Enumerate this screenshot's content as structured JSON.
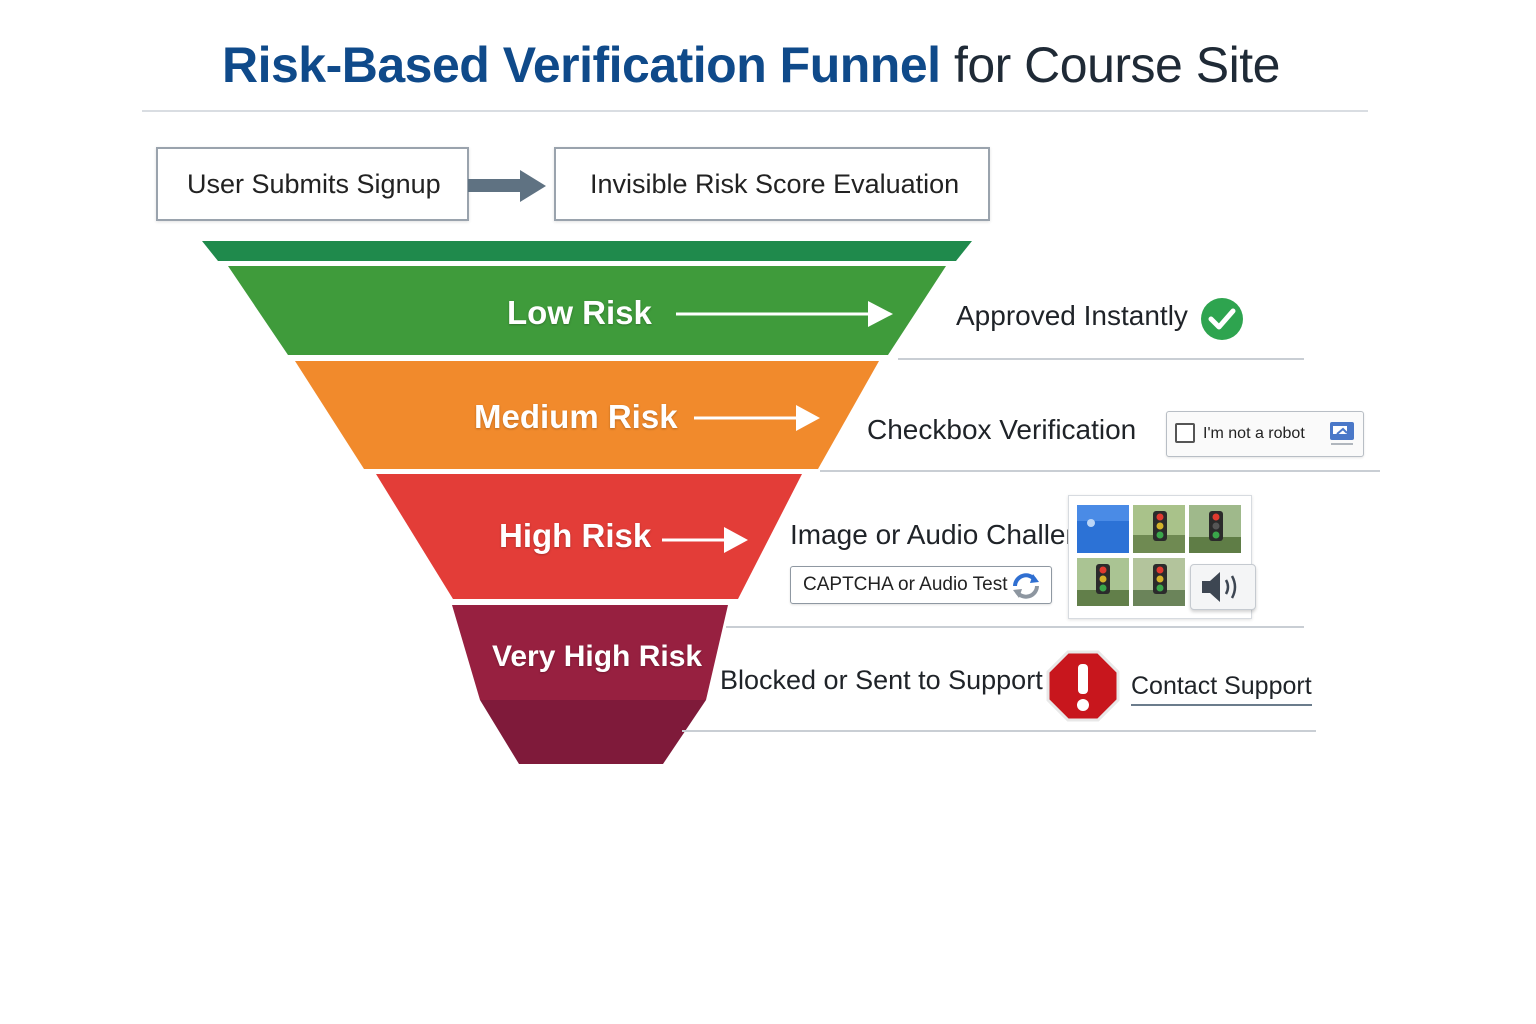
{
  "title": {
    "strong": "Risk-Based Verification Funnel",
    "rest": "for Course Site"
  },
  "flow": {
    "start": "User Submits Signup",
    "next": "Invisible Risk Score Evaluation"
  },
  "tiers": [
    {
      "label": "Low Risk",
      "outcome": "Approved Instantly",
      "color": "#3f9b3b"
    },
    {
      "label": "Medium Risk",
      "outcome": "Checkbox Verification",
      "color": "#f18a2c"
    },
    {
      "label": "High Risk",
      "outcome": "Image or Audio Challenge",
      "color": "#e33d38"
    },
    {
      "label": "Very High Risk",
      "outcome": "Blocked or Sent to Support",
      "color": "#972040"
    }
  ],
  "colors": {
    "top_band": "#1f8a4c",
    "very_high_bottom": "#7f1a3a",
    "title_blue": "#0f4a8a"
  },
  "widgets": {
    "robot_label": "I'm not a robot",
    "captcha_label": "CAPTCHA or Audio Test",
    "support_link": "Contact Support"
  },
  "icons": {
    "approved": "check-circle-icon",
    "recaptcha": "recaptcha-logo-icon",
    "refresh": "refresh-icon",
    "audio": "speaker-icon",
    "blocked": "stop-octagon-exclamation-icon"
  }
}
